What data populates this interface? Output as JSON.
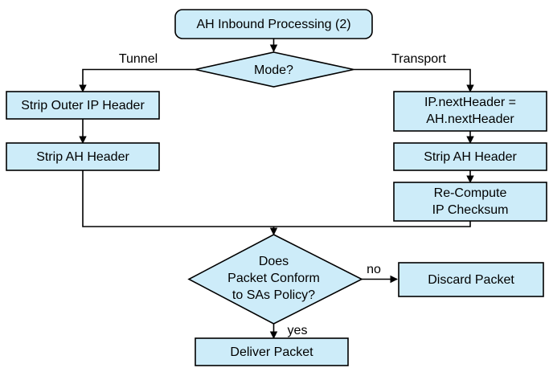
{
  "diagram": {
    "title": "AH Inbound Processing (2)",
    "theme": {
      "node_fill": "#cdecf9",
      "node_stroke": "#000000",
      "background": "#ffffff",
      "text_color": "#000000"
    },
    "nodes": {
      "start": {
        "label": "AH Inbound Processing (2)",
        "shape": "rounded-rectangle"
      },
      "mode_decision": {
        "label": "Mode?",
        "shape": "diamond"
      },
      "strip_outer_ip_header": {
        "label": "Strip Outer IP Header",
        "shape": "rectangle"
      },
      "strip_ah_header_tunnel": {
        "label": "Strip AH Header",
        "shape": "rectangle"
      },
      "ip_next_header": {
        "line1": "IP.nextHeader =",
        "line2": "AH.nextHeader",
        "shape": "rectangle"
      },
      "strip_ah_header_transport": {
        "label": "Strip AH Header",
        "shape": "rectangle"
      },
      "recompute_checksum": {
        "line1": "Re-Compute",
        "line2": "IP Checksum",
        "shape": "rectangle"
      },
      "policy_decision": {
        "line1": "Does",
        "line2": "Packet Conform",
        "line3": "to SAs Policy?",
        "shape": "diamond"
      },
      "discard_packet": {
        "label": "Discard Packet",
        "shape": "rectangle"
      },
      "deliver_packet": {
        "label": "Deliver Packet",
        "shape": "rectangle"
      }
    },
    "edge_labels": {
      "tunnel": "Tunnel",
      "transport": "Transport",
      "no": "no",
      "yes": "yes"
    }
  }
}
